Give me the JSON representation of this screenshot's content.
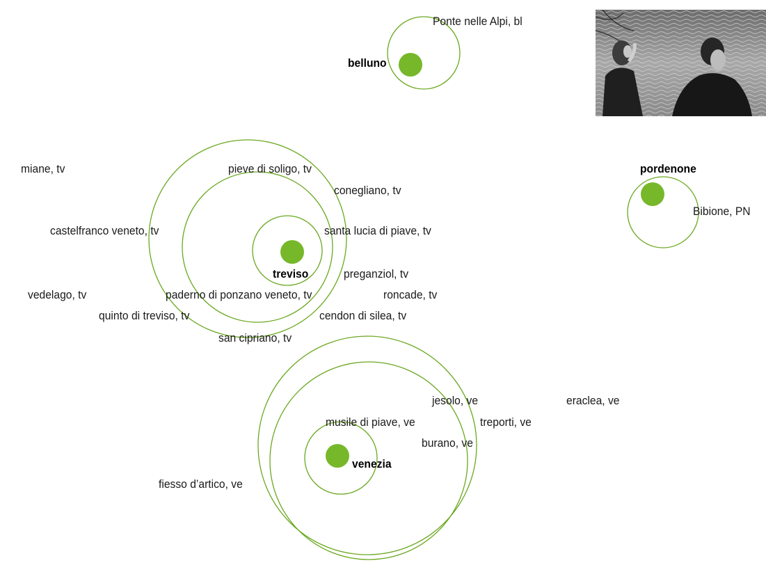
{
  "colors": {
    "ring": "#6aa820",
    "dot": "#76b82a",
    "text": "#1a1a1a",
    "hub_text": "#000000"
  },
  "hubs": {
    "belluno": "belluno",
    "treviso": "treviso",
    "venezia": "venezia",
    "pordenone": "pordenone"
  },
  "places": {
    "ponte_nelle_alpi": "Ponte nelle Alpi, bl",
    "miane": "miane, tv",
    "pieve_di_soligo": "pieve di soligo, tv",
    "conegliano": "conegliano, tv",
    "castelfranco_veneto": "castelfranco veneto, tv",
    "santa_lucia_di_piave": "santa lucia di piave, tv",
    "preganziol": "preganziol, tv",
    "vedelago": "vedelago, tv",
    "paderno_di_ponzano": "paderno di ponzano veneto, tv",
    "roncade": "roncade, tv",
    "quinto_di_treviso": "quinto di treviso, tv",
    "cendon_di_silea": "cendon di silea, tv",
    "san_cipriano": "san cipriano, tv",
    "bibione": "Bibione, PN",
    "jesolo": "jesolo, ve",
    "eraclea": "eraclea, ve",
    "musile_di_piave": "musile di piave, ve",
    "treporti": "treporti, ve",
    "burano": "burano, ve",
    "fiesso_d_artico": "fiesso d’artico, ve"
  },
  "photo": {
    "subject": "black-and-white photo of two people by the water"
  }
}
